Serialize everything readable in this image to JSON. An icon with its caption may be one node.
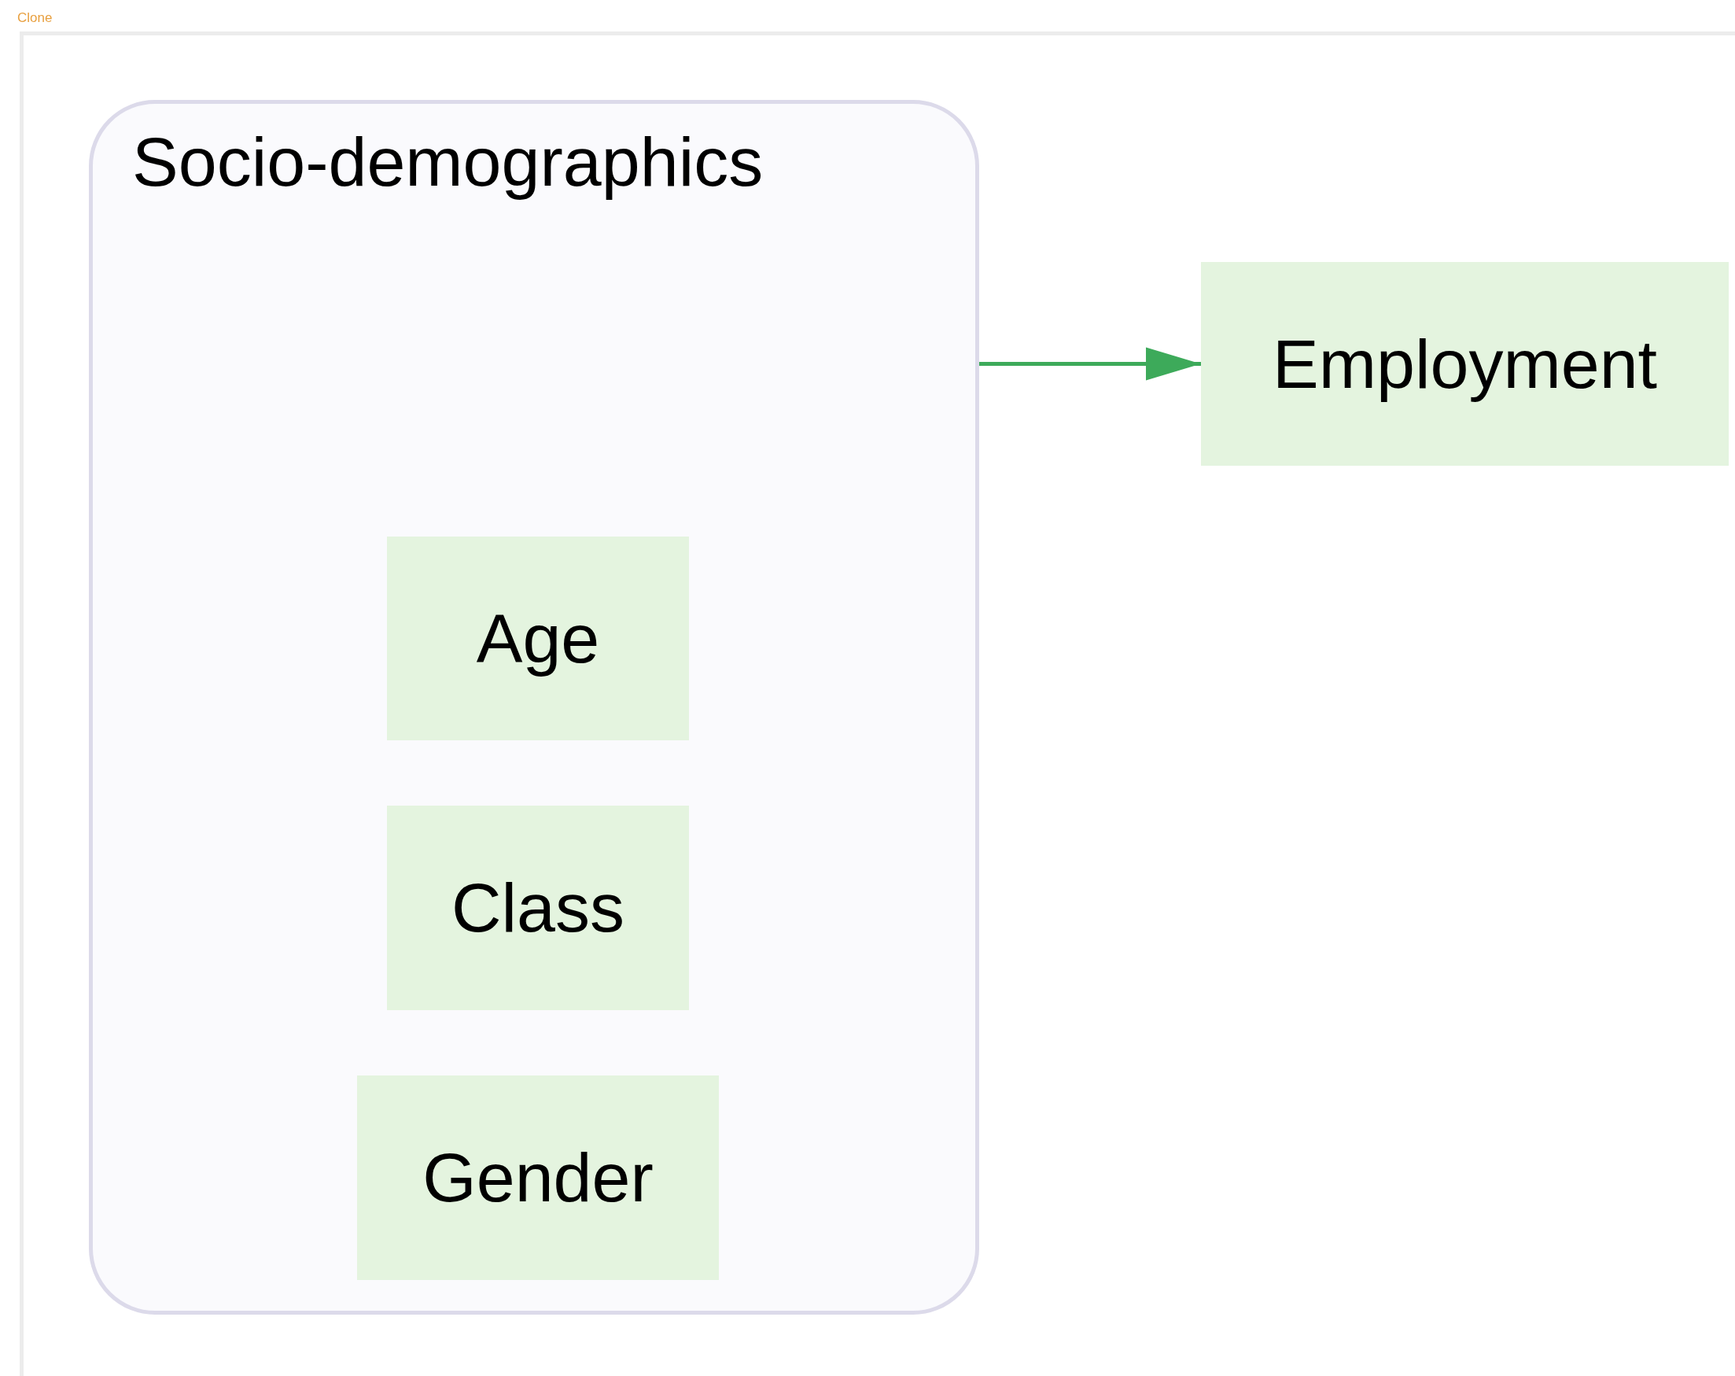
{
  "diagram": {
    "nodes": [
      {
        "text": [
          "Socio-demographics"
        ]
      },
      {
        "text": [
          "Age"
        ],
        "in": 0
      },
      {
        "text": [
          "Class"
        ],
        "in": 0
      },
      {
        "text": [
          "Gender"
        ],
        "in": 0
      },
      {
        "text": [
          "Employment"
        ]
      }
    ],
    "edges": [
      {
        "from": 0,
        "to": 4,
        "arrow": "to",
        "color": "#3daa5a"
      }
    ],
    "labels": [
      "Clone"
    ]
  }
}
